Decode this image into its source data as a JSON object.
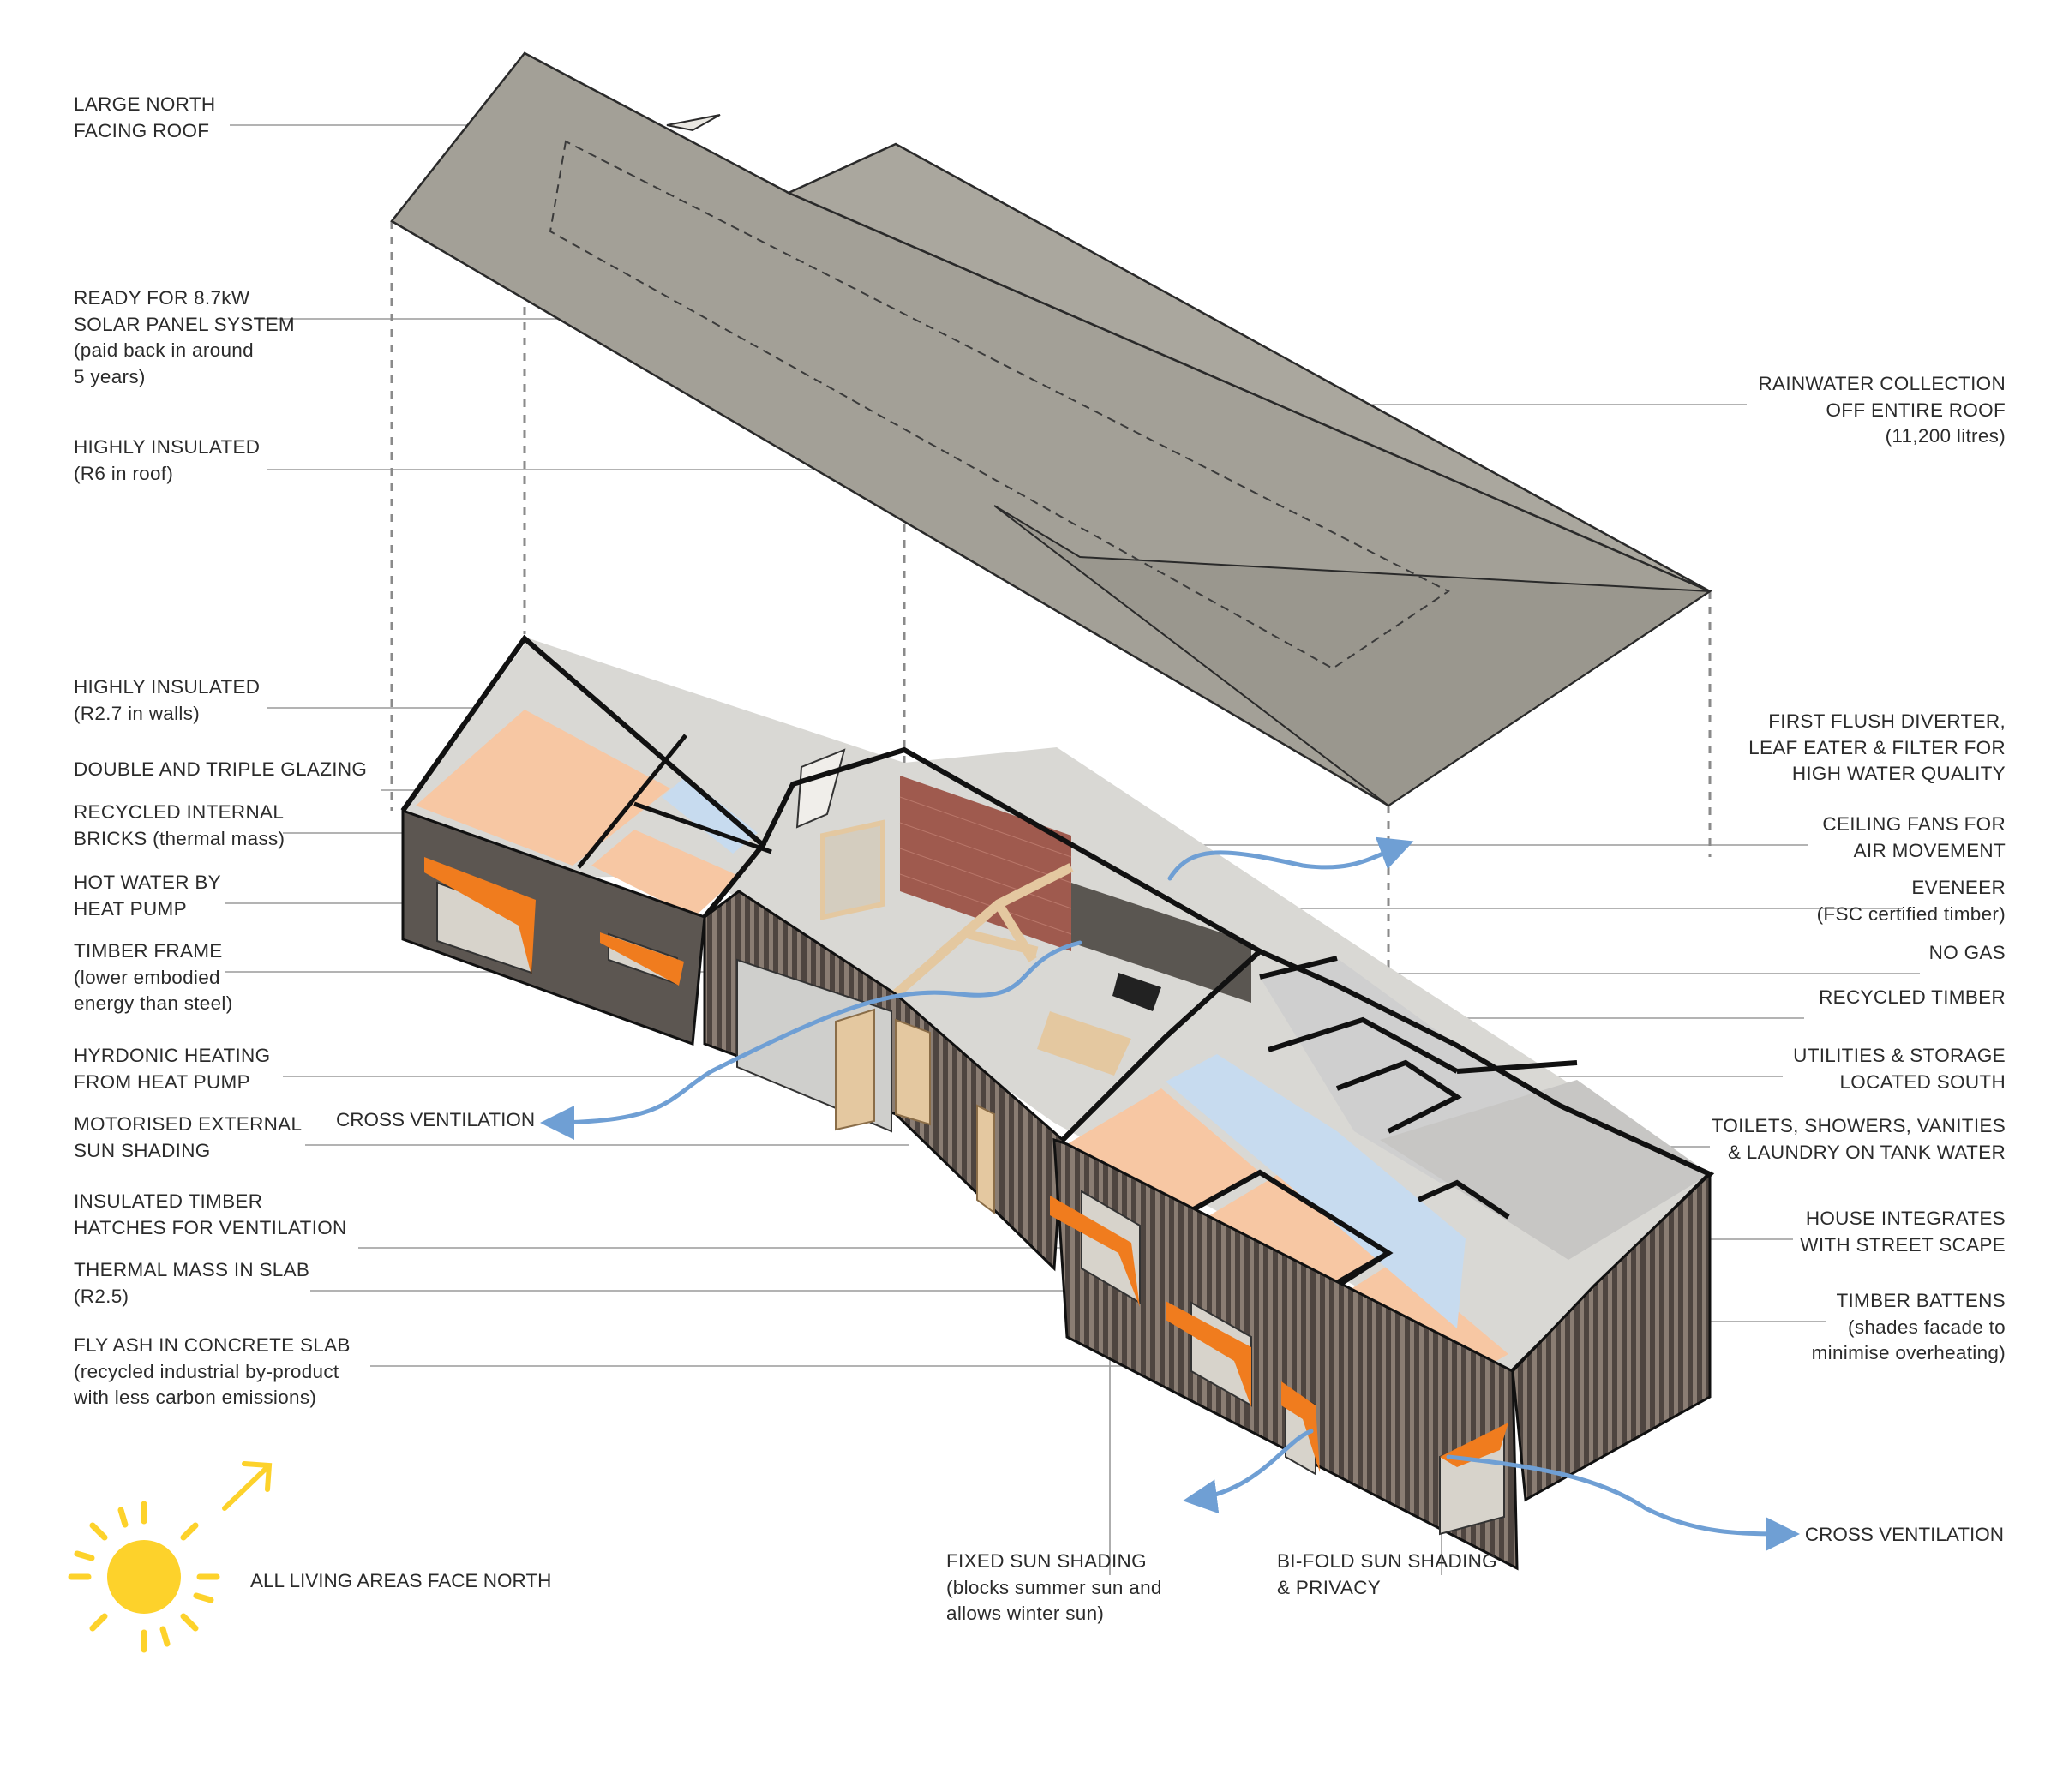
{
  "colors": {
    "roof": "#a3a097",
    "roof_edge": "#2a2a2a",
    "wall_dark": "#5c5651",
    "batten": "#4e4540",
    "floor": "#d9d8d4",
    "warm_room": "#f7c7a3",
    "wet_room": "#c7dbef",
    "utility_room": "#cfcfcf",
    "brick": "#9f5a4e",
    "timber": "#e4c8a0",
    "shade_orange": "#f07c1e",
    "airflow_arrow": "#6f9fd4",
    "sun": "#fdd22b",
    "leader_line": "#9a9a9a"
  },
  "labels_left": [
    {
      "id": "large-north-roof",
      "lines": [
        "LARGE NORTH",
        "FACING ROOF"
      ]
    },
    {
      "id": "solar-ready",
      "lines": [
        "READY FOR 8.7kW",
        "SOLAR PANEL SYSTEM",
        "(paid back in around",
        "5 years)"
      ]
    },
    {
      "id": "insulated-roof",
      "lines": [
        "HIGHLY INSULATED",
        "(R6 in roof)"
      ]
    },
    {
      "id": "insulated-walls",
      "lines": [
        "HIGHLY INSULATED",
        "(R2.7 in walls)"
      ]
    },
    {
      "id": "glazing",
      "lines": [
        "DOUBLE AND TRIPLE GLAZING"
      ]
    },
    {
      "id": "recycled-bricks",
      "lines": [
        "RECYCLED INTERNAL",
        "BRICKS (thermal mass)"
      ]
    },
    {
      "id": "hot-water",
      "lines": [
        "HOT WATER BY",
        "HEAT PUMP"
      ]
    },
    {
      "id": "timber-frame",
      "lines": [
        "TIMBER FRAME",
        "(lower embodied",
        "energy than steel)"
      ]
    },
    {
      "id": "hydronic",
      "lines": [
        "HYRDONIC HEATING",
        "FROM HEAT PUMP"
      ]
    },
    {
      "id": "motorised-shading",
      "lines": [
        "MOTORISED EXTERNAL",
        "SUN SHADING"
      ]
    },
    {
      "id": "timber-hatches",
      "lines": [
        "INSULATED TIMBER",
        "HATCHES FOR VENTILATION"
      ]
    },
    {
      "id": "thermal-slab",
      "lines": [
        "THERMAL MASS IN SLAB",
        "(R2.5)"
      ]
    },
    {
      "id": "fly-ash",
      "lines": [
        "FLY ASH IN CONCRETE SLAB",
        "(recycled industrial by-product",
        "with less carbon emissions)"
      ]
    }
  ],
  "labels_right": [
    {
      "id": "rainwater",
      "lines": [
        "RAINWATER COLLECTION",
        "OFF ENTIRE ROOF",
        "(11,200 litres)"
      ]
    },
    {
      "id": "first-flush",
      "lines": [
        "FIRST FLUSH DIVERTER,",
        "LEAF EATER & FILTER FOR",
        "HIGH WATER QUALITY"
      ]
    },
    {
      "id": "ceiling-fans",
      "lines": [
        "CEILING FANS FOR",
        "AIR MOVEMENT"
      ]
    },
    {
      "id": "eveneer",
      "lines": [
        "EVENEER",
        "(FSC certified timber)"
      ]
    },
    {
      "id": "no-gas",
      "lines": [
        "NO GAS"
      ]
    },
    {
      "id": "recycled-timber",
      "lines": [
        "RECYCLED TIMBER"
      ]
    },
    {
      "id": "utilities",
      "lines": [
        "UTILITIES & STORAGE",
        "LOCATED SOUTH"
      ]
    },
    {
      "id": "tank-water",
      "lines": [
        "TOILETS, SHOWERS, VANITIES",
        "& LAUNDRY ON TANK WATER"
      ]
    },
    {
      "id": "street-scape",
      "lines": [
        "HOUSE INTEGRATES",
        "WITH STREET SCAPE"
      ]
    },
    {
      "id": "timber-battens",
      "lines": [
        "TIMBER BATTENS",
        "(shades facade to",
        "minimise overheating)"
      ]
    }
  ],
  "labels_bottom": [
    {
      "id": "fixed-shading",
      "lines": [
        "FIXED SUN SHADING",
        "(blocks summer sun and",
        "allows winter sun)"
      ]
    },
    {
      "id": "bifold-shading",
      "lines": [
        "BI-FOLD SUN SHADING",
        "& PRIVACY"
      ]
    }
  ],
  "cross_ventilation_left": "CROSS VENTILATION",
  "cross_ventilation_right": "CROSS VENTILATION",
  "north_note": "ALL LIVING AREAS FACE NORTH"
}
